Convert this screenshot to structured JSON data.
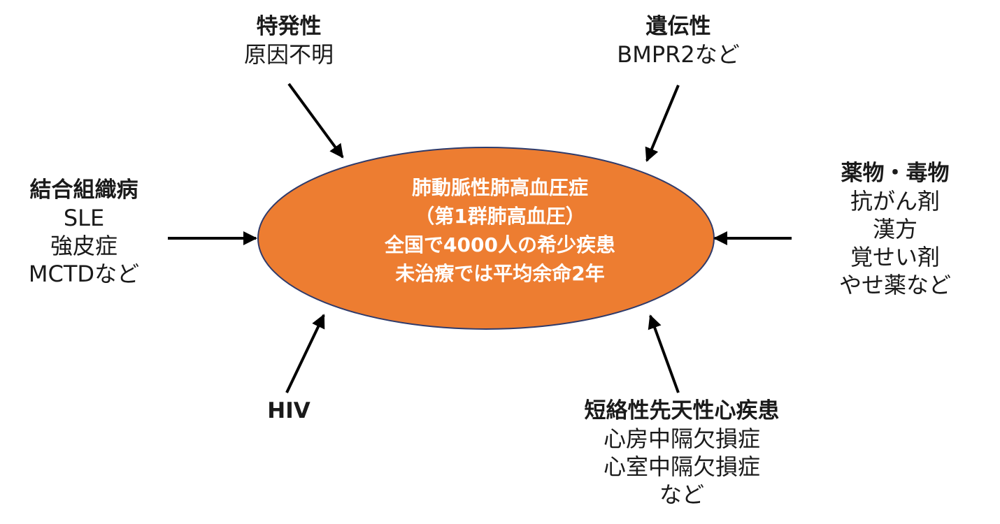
{
  "center": {
    "lines": [
      "肺動脈性肺高血圧症",
      "（第1群肺高血圧）",
      "全国で4000人の希少疾患",
      "未治療では平均余命2年"
    ],
    "fill_color": "#ED7D31",
    "stroke_color": "#2F3B6B",
    "text_color": "#FFFFFF"
  },
  "causes": {
    "idiopathic": {
      "title": "特発性",
      "items": [
        "原因不明"
      ]
    },
    "hereditary": {
      "title": "遺伝性",
      "items": [
        "BMPR2など"
      ]
    },
    "ctd": {
      "title": "結合組織病",
      "items": [
        "SLE",
        "強皮症",
        "MCTDなど"
      ]
    },
    "drugs": {
      "title": "薬物・毒物",
      "items": [
        "抗がん剤",
        "漢方",
        "覚せい剤",
        "やせ薬など"
      ]
    },
    "hiv": {
      "title": "HIV",
      "items": []
    },
    "chd": {
      "title": "短絡性先天性心疾患",
      "items": [
        "心房中隔欠損症",
        "心室中隔欠損症",
        "など"
      ]
    }
  }
}
